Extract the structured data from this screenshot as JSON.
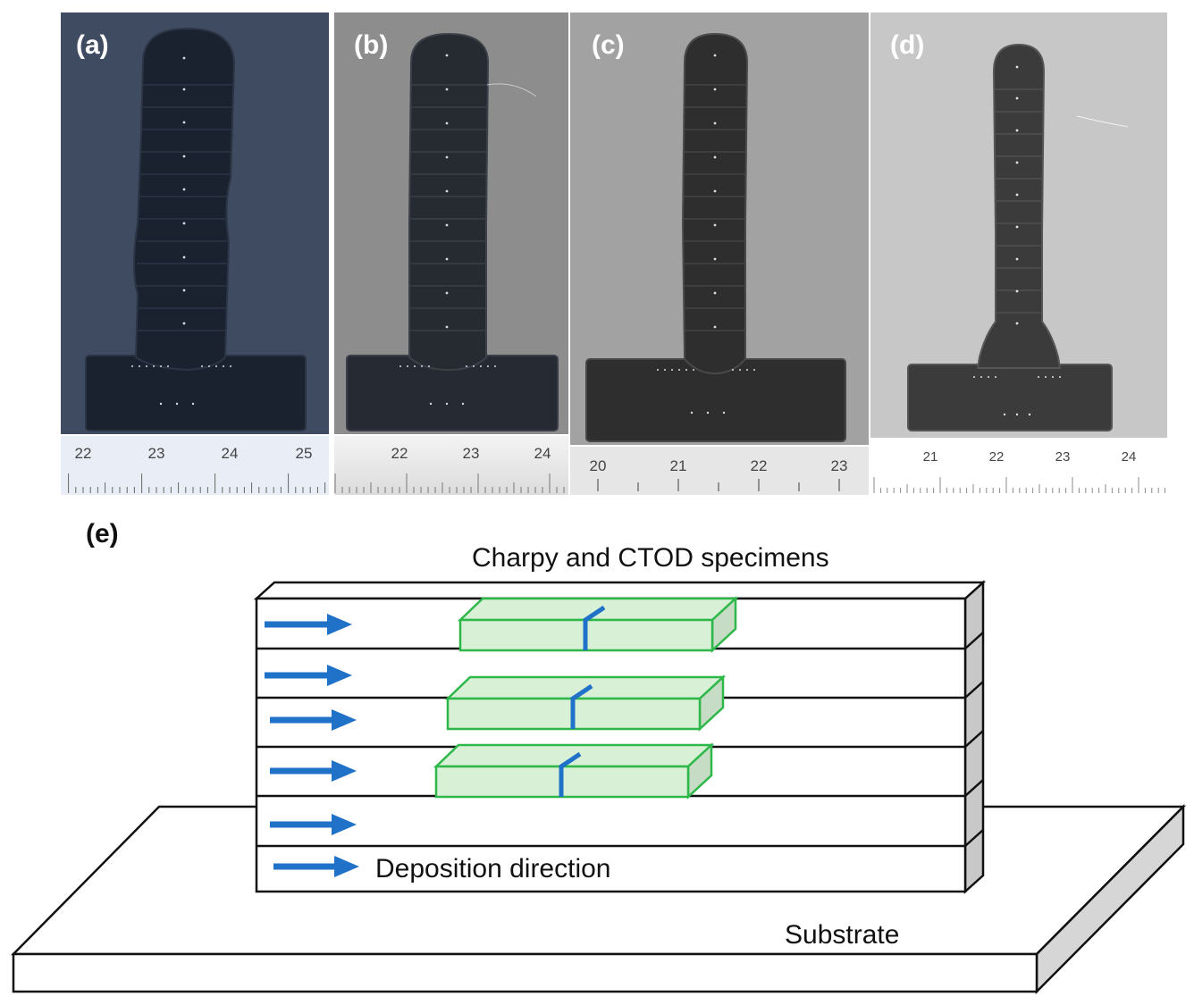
{
  "panels": [
    {
      "label": "(a)",
      "ruler_labels": [
        "22",
        "23",
        "24",
        "25"
      ],
      "background": "#3e4a5e"
    },
    {
      "label": "(b)",
      "ruler_labels": [
        "22",
        "23",
        "24"
      ],
      "background": "#8a8a8a"
    },
    {
      "label": "(c)",
      "ruler_labels": [
        "20",
        "21",
        "22",
        "23"
      ],
      "background": "#a0a0a0"
    },
    {
      "label": "(d)",
      "ruler_labels": [
        "21",
        "22",
        "23",
        "24"
      ],
      "background": "#c6c6c6"
    }
  ],
  "diagram": {
    "label": "(e)",
    "specimens_label": "Charpy and CTOD specimens",
    "deposition_label": "Deposition direction",
    "substrate_label": "Substrate",
    "arrow_color": "#1f72c8",
    "specimen_color": "#2eb84a"
  }
}
